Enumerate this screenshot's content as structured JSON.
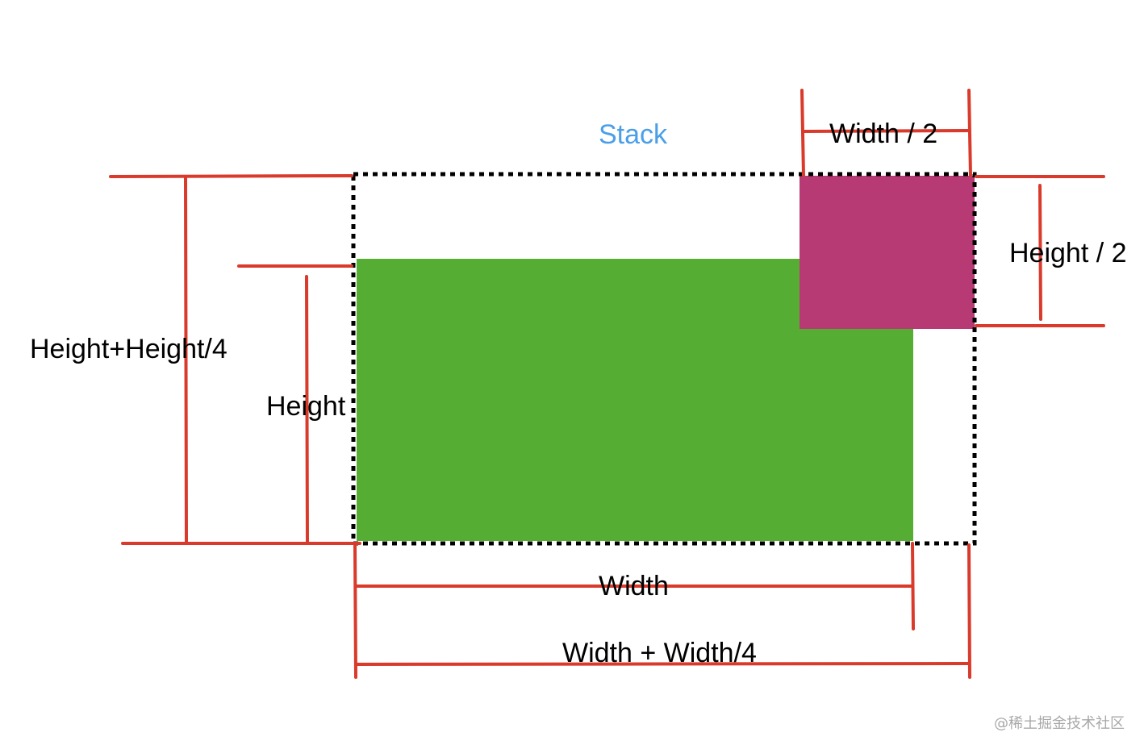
{
  "diagram": {
    "stack_label": "Stack",
    "labels": {
      "width_half": "Width / 2",
      "height_half": "Height / 2",
      "height_plus_quarter": "Height+Height/4",
      "height": "Height",
      "width": "Width",
      "width_plus_quarter": "Width + Width/4"
    },
    "colors": {
      "stack_label": "#4a9fe8",
      "green_box": "#56ad33",
      "magenta_box": "#b73a75",
      "dimension_lines": "#d93a2b",
      "stack_border": "#000000"
    }
  },
  "watermark": {
    "text": "@稀土掘金技术社区"
  }
}
